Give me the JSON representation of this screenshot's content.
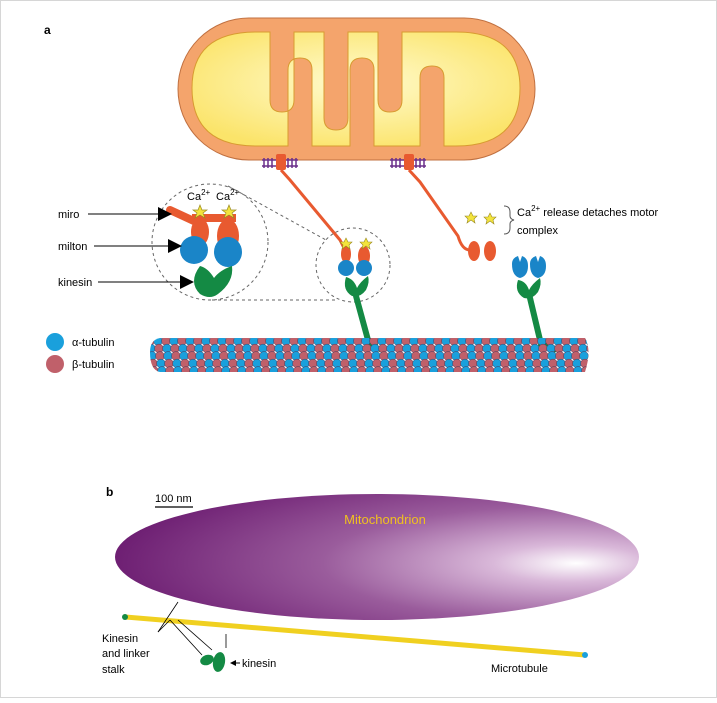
{
  "panel_a": {
    "letter": "a",
    "labels": {
      "miro": "miro",
      "milton": "milton",
      "kinesin": "kinesin",
      "ca_base": "Ca",
      "ca_sup": "2+"
    },
    "legend": [
      {
        "label": "α-tubulin",
        "color": "#1aa0dc"
      },
      {
        "label": "β-tubulin",
        "color": "#c0606a"
      }
    ],
    "release": {
      "sup": "2+",
      "line1_rest": " release detaches motor",
      "line2": "complex"
    }
  },
  "panel_b": {
    "letter": "b",
    "scale": "100 nm",
    "mitochondrion": "Mitochondrion",
    "stalk": [
      "Kinesin",
      "and linker",
      "stalk"
    ],
    "kinesin": "kinesin",
    "microtubule": "Microtubule"
  },
  "colors": {
    "membrane_outer": "#f4a46c",
    "matrix": "#fbe978",
    "miro": "#e85a30",
    "milton": "#1a85c8",
    "kinesin": "#148a44",
    "mito_purple": "#7a2a7e",
    "microtubule_yellow": "#f0d020",
    "mito_label": "#f0c020"
  }
}
